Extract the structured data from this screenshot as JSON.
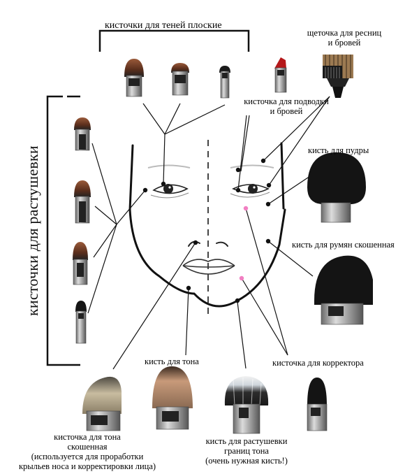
{
  "labels": {
    "flat_shadow_brushes": "кисточки для теней плоские",
    "lash_brow_comb": "щеточка для ресниц",
    "lash_brow_comb_2": "и бровей",
    "liner_brow_brush": "кисточка для подводки",
    "liner_brow_brush_2": "и бровей",
    "blending_brushes": "кисточки для растушевки",
    "powder_brush": "кисть для пудры",
    "angled_blush_brush": "кисть для румян скошенная",
    "concealer_brush": "кисточка для корректора",
    "foundation_brush": "кисть для тона",
    "angled_foundation_1": "кисточка для тона",
    "angled_foundation_2": "скошенная",
    "angled_foundation_3": "(используется для проработки",
    "angled_foundation_4": "крыльев носа и корректировки лица)",
    "blend_foundation_1": "кисть для растушевки",
    "blend_foundation_2": "границ тона",
    "blend_foundation_3": "(очень нужная кисть!)"
  },
  "colors": {
    "line": "#111111",
    "dot": "#111111",
    "accent_dot": "#f17fc2",
    "ferrule": "#9a9a9a"
  },
  "icons": [
    "flat-brush-icon",
    "spoolie-comb-icon",
    "angled-liner-brush-icon",
    "powder-brush-icon",
    "blush-brush-icon",
    "foundation-brush-icon",
    "duo-fiber-brush-icon",
    "blending-brush-icon",
    "concealer-brush-icon"
  ]
}
